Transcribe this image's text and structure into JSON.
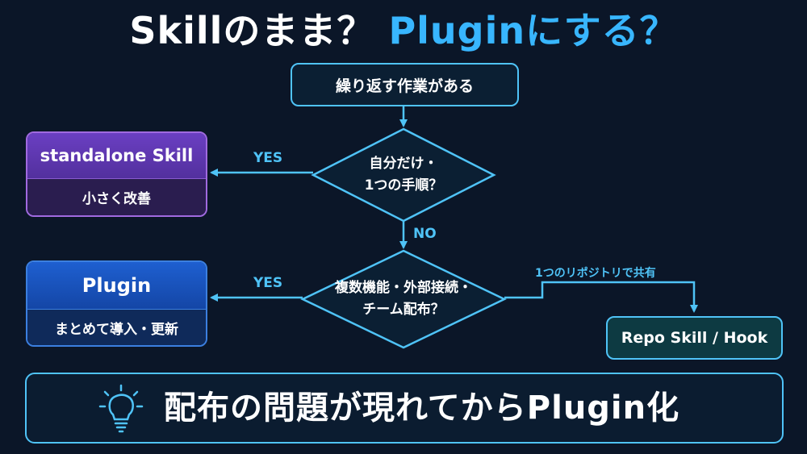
{
  "title": {
    "main": "Skillのまま？",
    "accent": "Pluginにする？"
  },
  "start": "繰り返す作業がある",
  "decision1": {
    "line1": "自分だけ・",
    "line2": "1つの手順？"
  },
  "decision2": {
    "line1": "複数機能・外部接続・",
    "line2": "チーム配布？"
  },
  "labels": {
    "yes1": "YES",
    "no1": "NO",
    "yes2": "YES",
    "share": "1つのリポジトリで共有"
  },
  "skill_card": {
    "title": "standalone Skill",
    "sub": "小さく改善"
  },
  "plugin_card": {
    "title": "Plugin",
    "sub": "まとめて導入・更新"
  },
  "repo": "Repo Skill / Hook",
  "bottom": {
    "icon": "lightbulb-icon",
    "text": "配布の問題が現れてからPlugin化"
  },
  "colors": {
    "background": "#0b1628",
    "accent": "#38b6ff",
    "line": "#4fc3f7",
    "skill": "#6a3fc2",
    "plugin": "#1e5fd0"
  }
}
